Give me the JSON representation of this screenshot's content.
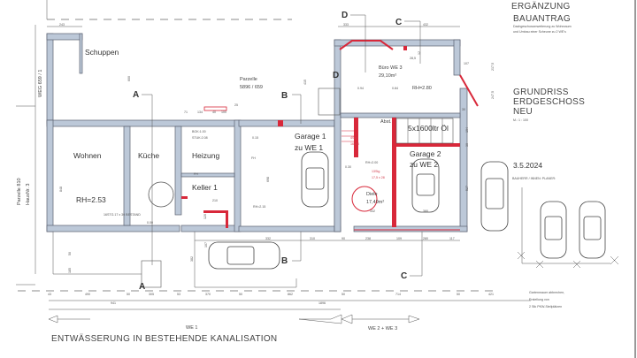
{
  "title_block": {
    "heading1": "ERGÄNZUNG",
    "heading2": "BAUANTRAG",
    "description_line1": "Dachgeschosserweiterung zu Wohnraum",
    "description_line2": "und Umbau einer Scheune zu 2 WE's",
    "plan_title_line1": "GRUNDRISS",
    "plan_title_line2": "ERDGESCHOSS",
    "plan_title_line3": "NEU",
    "scale": "M.:        1 : 100",
    "date": "3.5.2024",
    "signatures": "BAUHERR / INNEN:    PLANER:"
  },
  "parcels": {
    "weg": "WEG 659 / 1",
    "left_line1": "Parzelle 810",
    "left_line2": "HausNr. 3",
    "center_line1": "Parzelle",
    "center_line2": "5896 / 659"
  },
  "rooms": {
    "schuppen": "Schuppen",
    "wohnen": "Wohnen",
    "kueche": "Küche",
    "heizung": "Heizung",
    "keller": "Keller 1",
    "garage1_line1": "Garage 1",
    "garage1_line2": "zu WE 1",
    "buero_line1": "Büro WE 3",
    "buero_line2": "29,10m²",
    "abst": "Abst.",
    "oil": "5x1600ltr Öl",
    "garage2_line1": "Garage 2",
    "garage2_line2": "zu WE 2",
    "diele_line1": "Diele",
    "diele_line2": "17,49m²"
  },
  "annotations": {
    "rh_wohnen": "RH=2.53",
    "stairs_existing": "16STG.17 x 30 BESTAND",
    "level_000": "0.00",
    "bok": "BOK:1.00",
    "stuk": "STUK:2.08",
    "fh1": "FH",
    "fh2": "FH",
    "level_015": "0.15",
    "rh_garage1": "RH=2.15",
    "level_094": "0.94",
    "level_084": "0.84",
    "rh_buero": "RH=2.80",
    "width_285": "28,5",
    "stairs_new1_line1": "4Stg",
    "stairs_new1_line2": "16x28",
    "rh_diele": "RH=2.00",
    "level_030": "0.30",
    "stairs_new2_line1": "13Stg",
    "stairs_new2_line2": "17,5 x 28",
    "garden_note_line1": "Gartenmauer abbrechen,",
    "garden_note_line2": "Erstellung von",
    "garden_note_line3": "2 Stk PKW-Stellplätzen"
  },
  "sections": {
    "a_top": "A",
    "a_bottom": "A",
    "b_top": "B",
    "b_bottom": "B",
    "c_top": "C",
    "c_bottom": "C",
    "d_top": "D",
    "d_mid": "D"
  },
  "dimensions": {
    "top": [
      "243",
      "333",
      "432",
      "107",
      "217,5",
      "247,5",
      "600",
      "415"
    ],
    "heating_row": [
      "71",
      "134",
      "40",
      "100",
      "25"
    ],
    "interior": [
      "698",
      "210",
      "120",
      "848",
      "194",
      "30",
      "527",
      "332",
      "380",
      "12",
      "30"
    ],
    "mid_row": [
      "332",
      "310",
      "90",
      "238",
      "109",
      "280",
      "117"
    ],
    "verticals": [
      "382",
      "107",
      "185",
      "50"
    ],
    "bottom_row": [
      "43",
      "490",
      "50",
      "305",
      "53",
      "370",
      "50",
      "862",
      "50",
      "714",
      "50",
      "421"
    ],
    "totals": [
      "941",
      "1896"
    ]
  },
  "footer": {
    "we1": "WE 1",
    "drainage": "ENTWÄSSERUNG  IN  BESTEHENDE  KANALISATION",
    "we23": "WE 2 + WE 3"
  },
  "colors": {
    "wall_fill": "#bcc8d8",
    "new_construction": "#d8283a"
  }
}
